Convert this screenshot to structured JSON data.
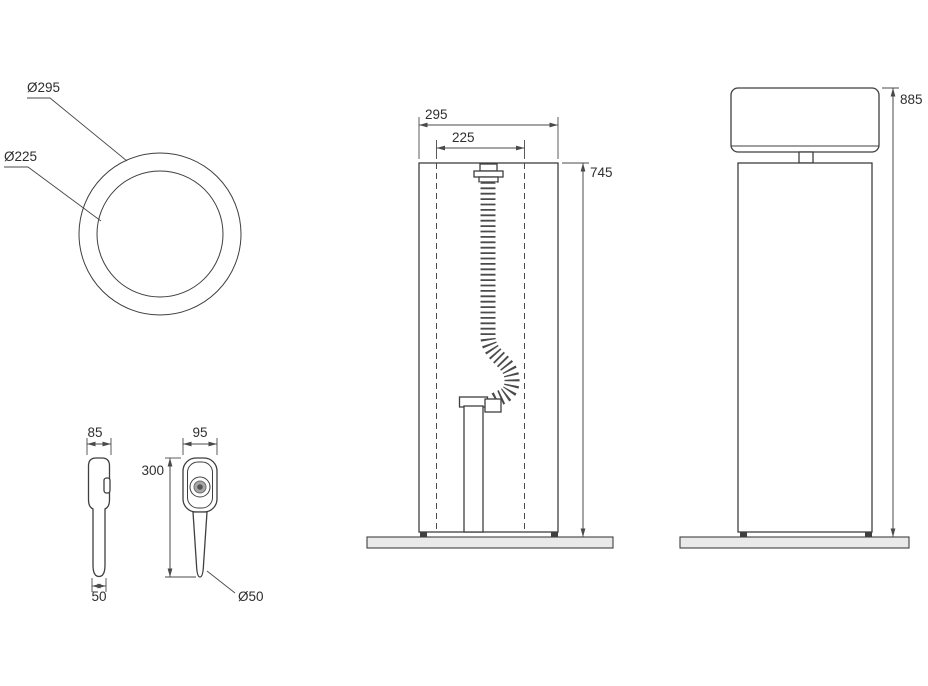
{
  "dims": {
    "top_view_outer_diameter": "Ø295",
    "top_view_inner_diameter": "Ø225",
    "shower_side_width": "85",
    "shower_front_width": "95",
    "shower_height": "300",
    "shower_base_width": "50",
    "shower_handle_diameter": "Ø50",
    "column_width": "295",
    "column_inner_width": "225",
    "column_height": "745",
    "overall_height": "885"
  },
  "colors": {
    "line": "#3f3f3f",
    "dimension": "#4a4a4a",
    "plate_fill": "#e9e9e9",
    "text": "#2e2e2e"
  }
}
